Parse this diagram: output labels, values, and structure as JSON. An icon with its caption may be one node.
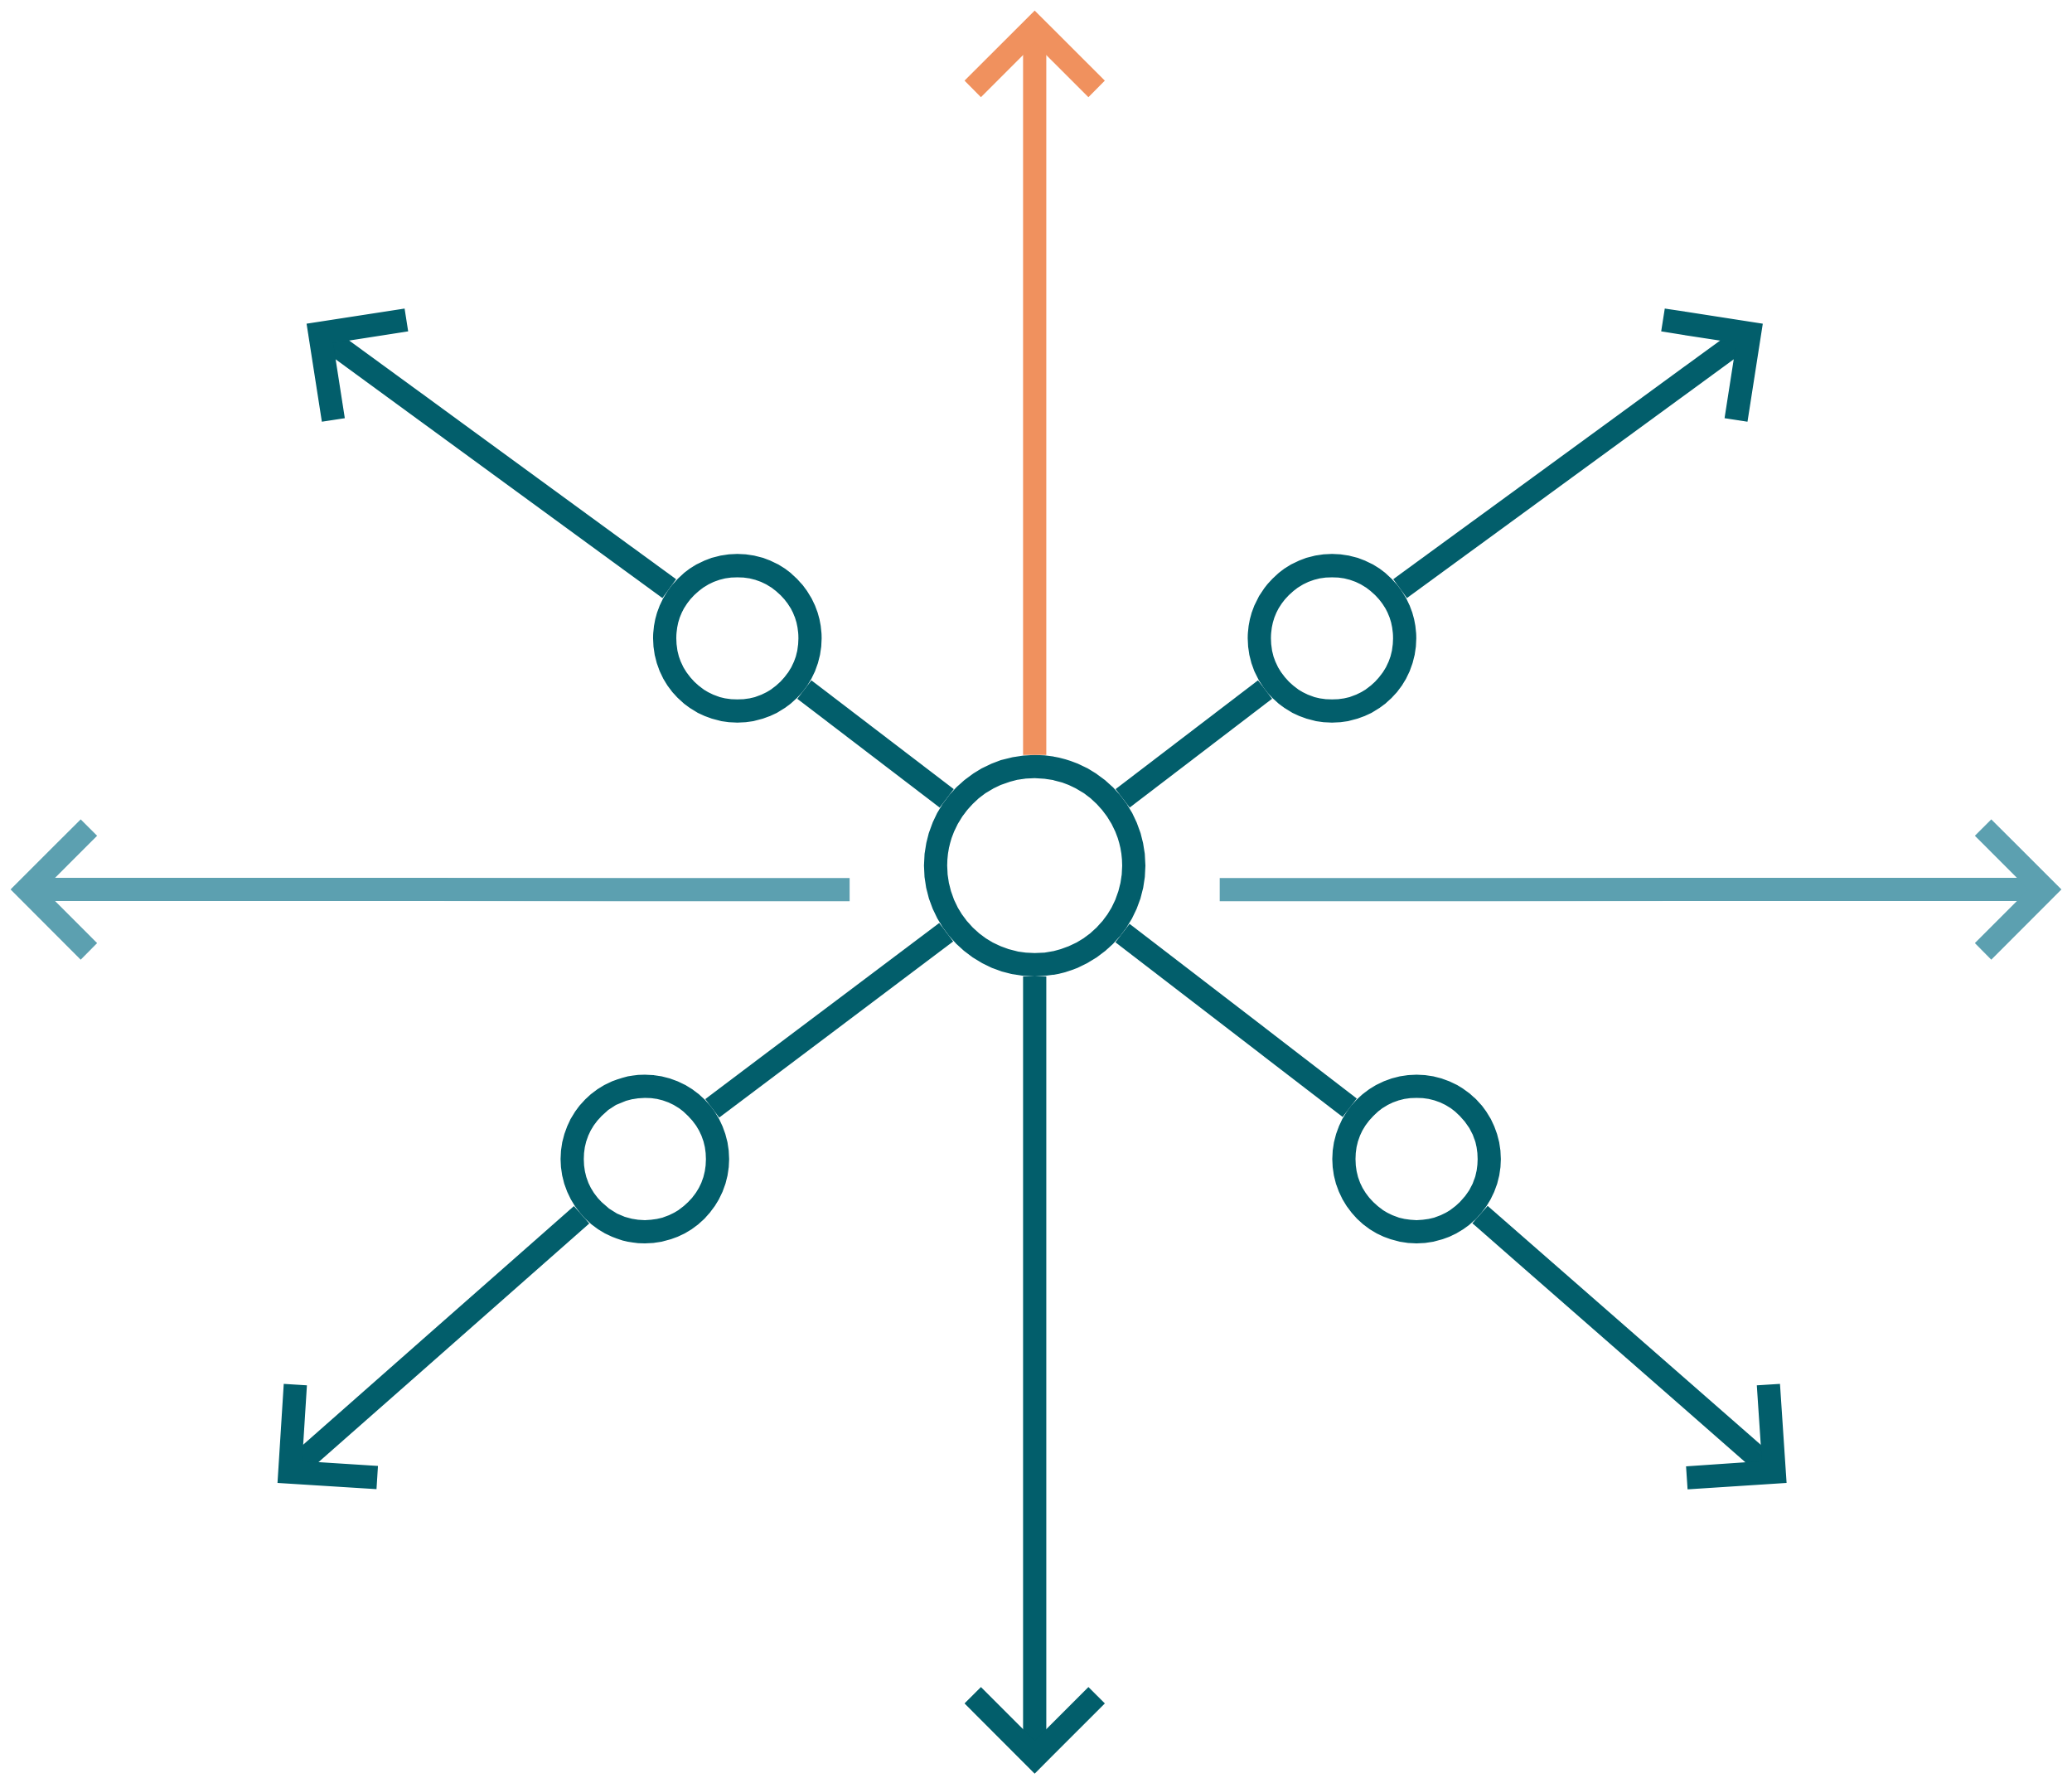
{
  "diagram": {
    "nodes": [
      {
        "text": [],
        "shape": "circle"
      },
      {
        "text": [],
        "shape": "circle"
      },
      {
        "text": [],
        "shape": "circle"
      },
      {
        "text": [],
        "shape": "circle"
      },
      {
        "text": [],
        "shape": "circle"
      }
    ],
    "edges": [
      {
        "from": 2,
        "to": 0,
        "arrow": "none"
      },
      {
        "from": 2,
        "to": 1,
        "arrow": "none"
      },
      {
        "from": 2,
        "to": 3,
        "arrow": "none"
      },
      {
        "from": 2,
        "to": 4,
        "arrow": "none"
      },
      {
        "from": 0,
        "to": null,
        "arrow": "to"
      },
      {
        "from": 1,
        "to": null,
        "arrow": "to"
      },
      {
        "from": 3,
        "to": null,
        "arrow": "to"
      },
      {
        "from": 4,
        "to": null,
        "arrow": "to"
      },
      {
        "from": 2,
        "to": null,
        "arrow": "to",
        "color": "#f0915e"
      },
      {
        "from": 2,
        "to": null,
        "arrow": "to"
      },
      {
        "from": 2,
        "to": null,
        "arrow": "to",
        "color": "#5ca0b0"
      },
      {
        "from": 2,
        "to": null,
        "arrow": "to",
        "color": "#5ca0b0"
      }
    ]
  }
}
